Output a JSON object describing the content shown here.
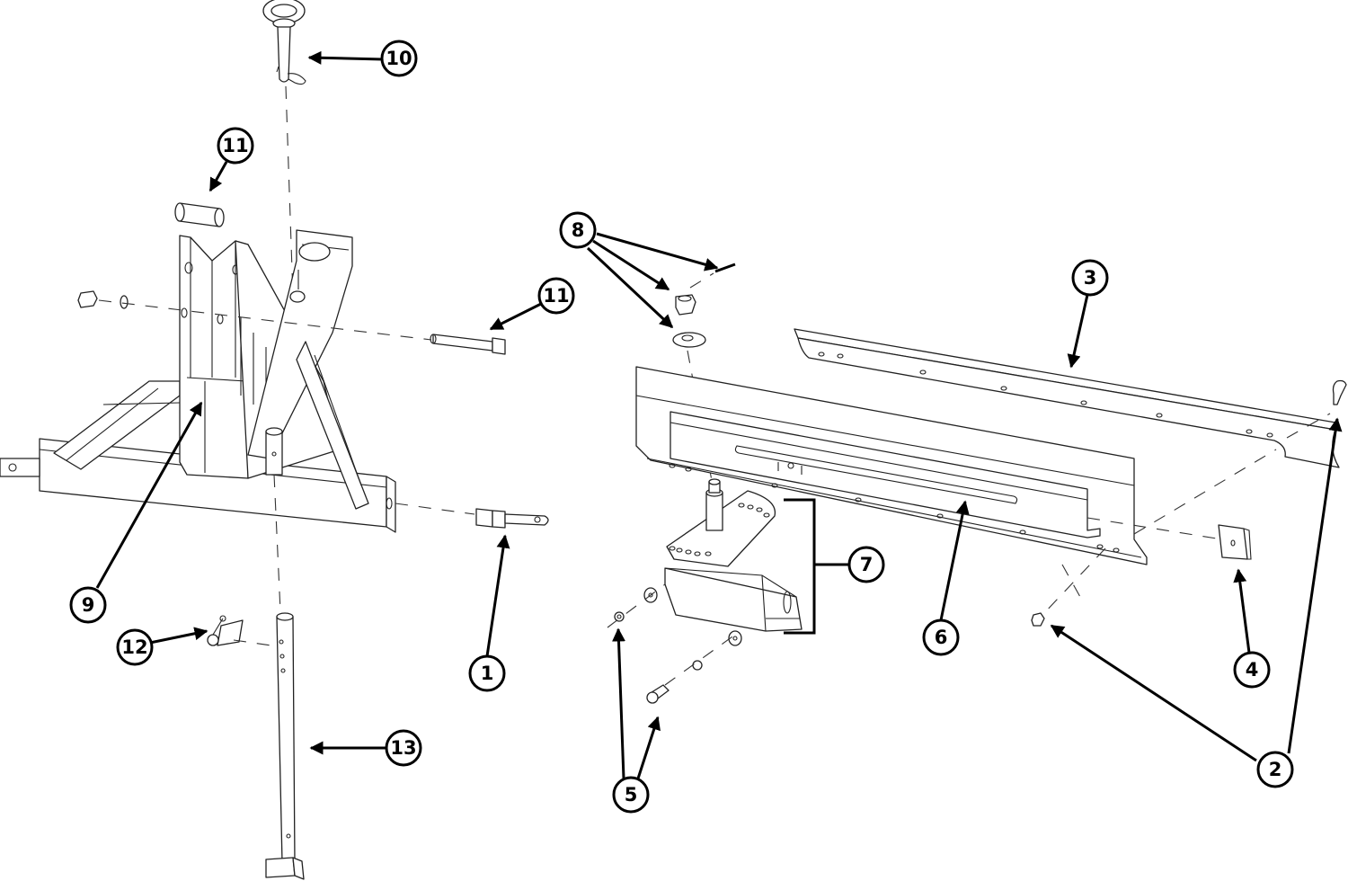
{
  "diagram": {
    "type": "exploded-parts-view",
    "colors": {
      "line": "#222222",
      "background": "#ffffff",
      "callout": "#000000"
    },
    "callouts": [
      {
        "id": "c1",
        "label": "1"
      },
      {
        "id": "c2",
        "label": "2"
      },
      {
        "id": "c3",
        "label": "3"
      },
      {
        "id": "c4",
        "label": "4"
      },
      {
        "id": "c5",
        "label": "5"
      },
      {
        "id": "c6",
        "label": "6"
      },
      {
        "id": "c7",
        "label": "7"
      },
      {
        "id": "c8",
        "label": "8"
      },
      {
        "id": "c9",
        "label": "9"
      },
      {
        "id": "c10",
        "label": "10"
      },
      {
        "id": "c11a",
        "label": "11"
      },
      {
        "id": "c11b",
        "label": "11"
      },
      {
        "id": "c12",
        "label": "12"
      },
      {
        "id": "c13",
        "label": "13"
      }
    ]
  }
}
